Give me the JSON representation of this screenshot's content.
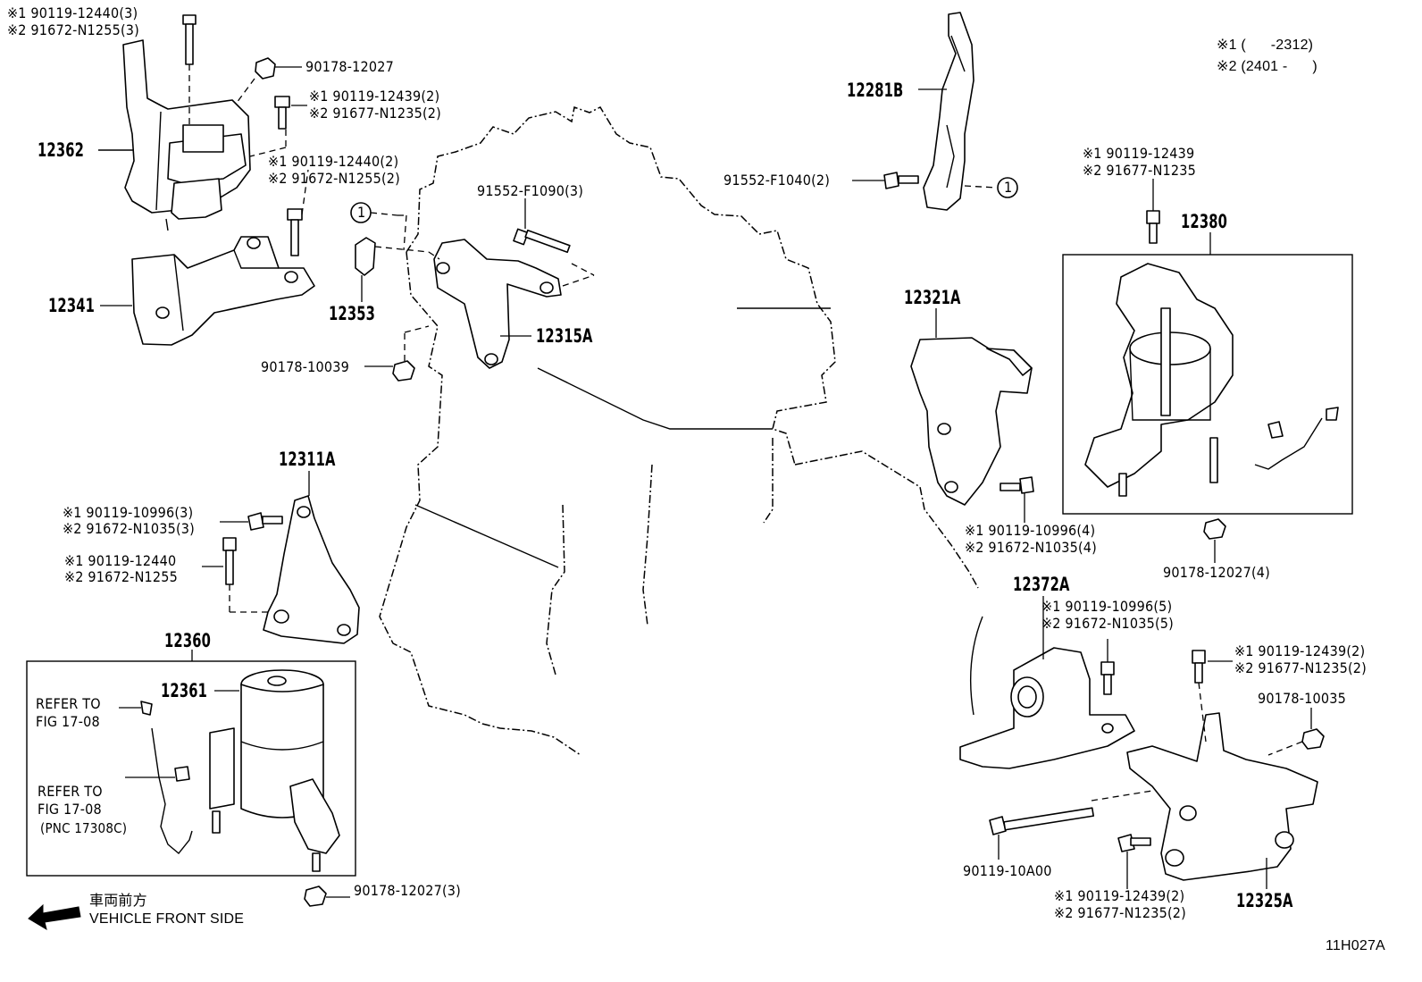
{
  "legend": {
    "note1": "※1 (      -2312)",
    "note2": "※2 (2401 -      )"
  },
  "labels": {
    "top_left_bolt_1": "※1 90119-12440(3)",
    "top_left_bolt_2": "※2 91672-N1255(3)",
    "nut_top": "90178-12027",
    "bolt_b_1": "※1 90119-12439(2)",
    "bolt_b_2": "※2 91677-N1235(2)",
    "bolt_c_1": "※1 90119-12440(2)",
    "bolt_c_2": "※2 91672-N1255(2)",
    "pnc_12362": "12362",
    "pnc_12341": "12341",
    "pnc_12353": "12353",
    "bolt_91552_f1090": "91552-F1090(3)",
    "pnc_12315a": "12315A",
    "nut_90178_10039": "90178-10039",
    "pnc_12281b": "12281B",
    "bolt_91552_f1040": "91552-F1040(2)",
    "circle_ref": "1",
    "bolt_d_1": "※1 90119-12439",
    "bolt_d_2": "※2 91677-N1235",
    "pnc_12380": "12380",
    "pnc_12321a": "12321A",
    "bolt_e_1": "※1 90119-10996(4)",
    "bolt_e_2": "※2 91672-N1035(4)",
    "nut_90178_12027_4": "90178-12027(4)",
    "pnc_12311a": "12311A",
    "bolt_f_1": "※1 90119-10996(3)",
    "bolt_f_2": "※2 91672-N1035(3)",
    "bolt_g_1": "※1 90119-12440",
    "bolt_g_2": "※2 91672-N1255",
    "pnc_12360": "12360",
    "pnc_12361": "12361",
    "refer_1a": "REFER TO",
    "refer_1b": "FIG 17-08",
    "refer_2a": "REFER TO",
    "refer_2b": "FIG 17-08",
    "refer_2c": "(PNC 17308C)",
    "nut_90178_12027_3": "90178-12027(3)",
    "front_jp": "車両前方",
    "front_en": "VEHICLE FRONT SIDE",
    "pnc_12372a": "12372A",
    "bolt_h_1": "※1 90119-10996(5)",
    "bolt_h_2": "※2 91672-N1035(5)",
    "bolt_i_1": "※1 90119-12439(2)",
    "bolt_i_2": "※2 91677-N1235(2)",
    "nut_90178_10035": "90178-10035",
    "bolt_90119_10a00": "90119-10A00",
    "bolt_j_1": "※1 90119-12439(2)",
    "bolt_j_2": "※2 91677-N1235(2)",
    "pnc_12325a": "12325A",
    "figure_id": "11H027A"
  }
}
